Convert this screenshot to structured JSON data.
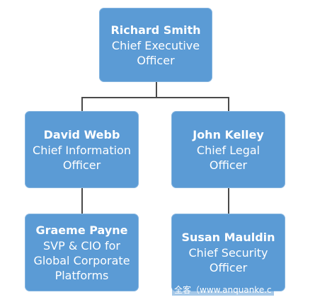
{
  "org_chart": {
    "ceo": {
      "name": "Richard Smith",
      "title": "Chief Executive\nOfficer"
    },
    "direct_reports": [
      {
        "name": "David Webb",
        "title": "Chief Information\nOfficer",
        "report": {
          "name": "Graeme Payne",
          "title": "SVP & CIO for\nGlobal Corporate\nPlatforms"
        }
      },
      {
        "name": "John Kelley",
        "title": "Chief Legal\nOfficer",
        "report": {
          "name": "Susan Mauldin",
          "title": "Chief Security\nOfficer"
        }
      }
    ]
  },
  "watermark": {
    "text": "全客（www.anquanke.c"
  },
  "colors": {
    "node_fill": "#5b9bd5",
    "node_text": "#ffffff",
    "connector": "#4a4a4a"
  }
}
